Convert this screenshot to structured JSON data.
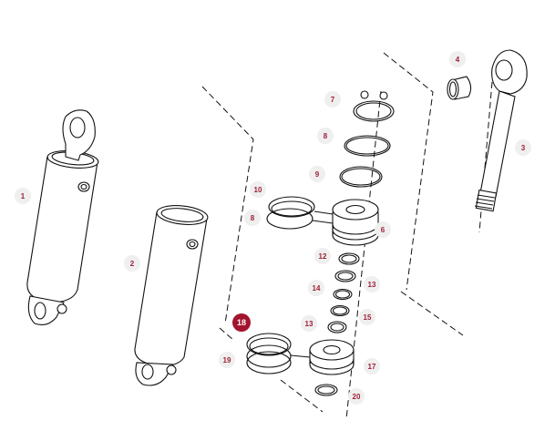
{
  "diagram": {
    "type": "exploded parts diagram - hydraulic cylinder",
    "active_callout": "18",
    "colors": {
      "callout_text": "#a0203a",
      "callout_bg": "#efefef",
      "active_bg": "#a3142e"
    },
    "callouts": [
      {
        "id": "1"
      },
      {
        "id": "2"
      },
      {
        "id": "3"
      },
      {
        "id": "4"
      },
      {
        "id": "7"
      },
      {
        "id": "8"
      },
      {
        "id": "9"
      },
      {
        "id": "10"
      },
      {
        "id": "8"
      },
      {
        "id": "6"
      },
      {
        "id": "12"
      },
      {
        "id": "13"
      },
      {
        "id": "14"
      },
      {
        "id": "13"
      },
      {
        "id": "15"
      },
      {
        "id": "18"
      },
      {
        "id": "19"
      },
      {
        "id": "17"
      },
      {
        "id": "20"
      }
    ]
  }
}
